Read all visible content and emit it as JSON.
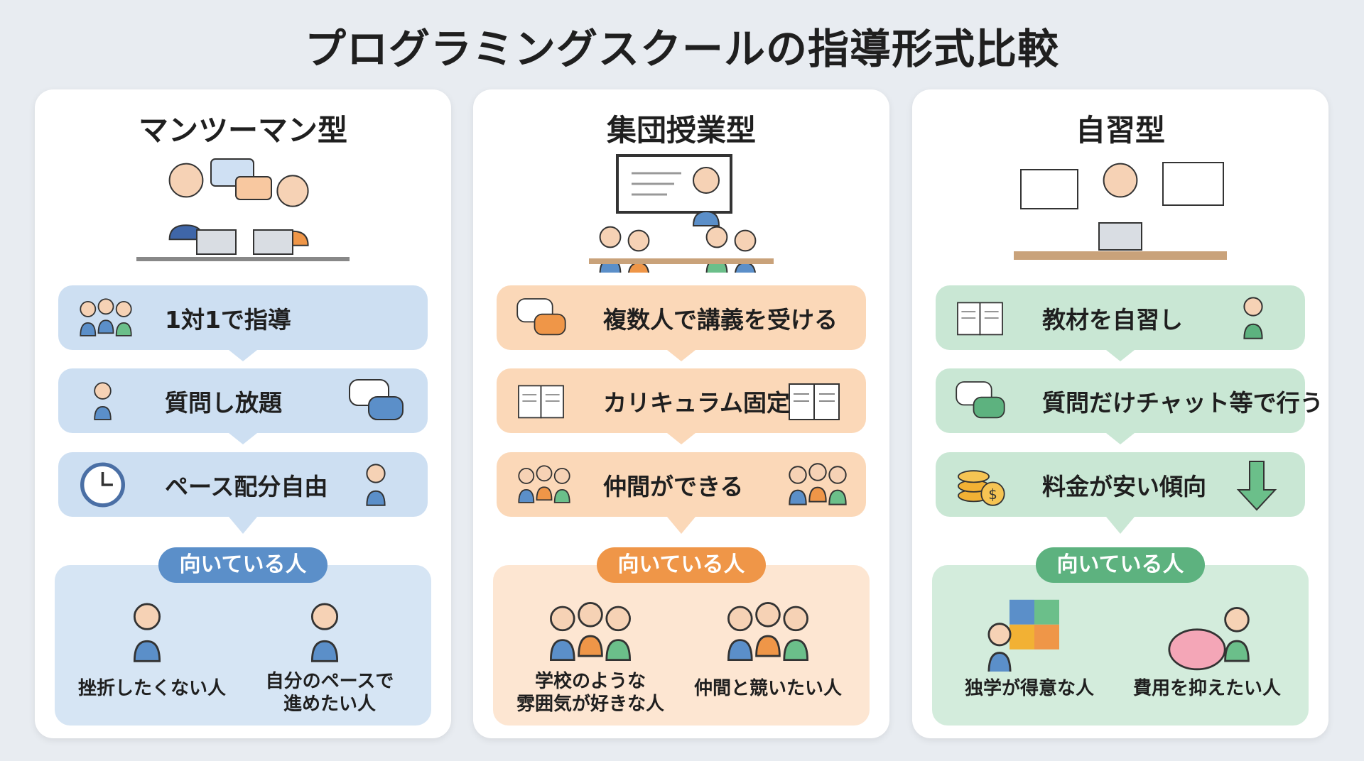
{
  "title": "プログラミングスクールの指導形式比較",
  "badge_label": "向いている人",
  "columns": [
    {
      "heading": "マンツーマン型",
      "theme": {
        "row": "#cddff2",
        "badge": "#5b8fc9",
        "panel": "#d6e5f4",
        "accent": "#4a78b5"
      },
      "illustration": "tutor-and-student-icon",
      "rows": [
        {
          "text": "1対1で指導",
          "icon": "handshake-icon"
        },
        {
          "text": "質問し放題",
          "icon": "raised-hand-icon",
          "icon2": "question-bubble-icon"
        },
        {
          "text": "ペース配分自由",
          "icon": "clock-icon",
          "icon2": "flexible-schedule-icon"
        }
      ],
      "fits": [
        {
          "text": "挫折したくない人",
          "icon": "climbing-steps-icon"
        },
        {
          "text": "自分のペースで\n進めたい人",
          "icon": "walking-forward-icon"
        }
      ]
    },
    {
      "heading": "集団授業型",
      "theme": {
        "row": "#fbd8b8",
        "badge": "#ef9648",
        "panel": "#fde6d2",
        "accent": "#e0833a"
      },
      "illustration": "classroom-lecture-icon",
      "rows": [
        {
          "text": "複数人で講義を受ける",
          "icon": "group-chat-icon"
        },
        {
          "text": "カリキュラム固定",
          "icon": "locked-book-icon",
          "icon2": "books-icon"
        },
        {
          "text": "仲間ができる",
          "icon": "community-icon",
          "icon2": "friends-icon"
        }
      ],
      "fits": [
        {
          "text": "学校のような\n雰囲気が好きな人",
          "icon": "classroom-icon"
        },
        {
          "text": "仲間と競いたい人",
          "icon": "rivals-icon"
        }
      ]
    },
    {
      "heading": "自習型",
      "theme": {
        "row": "#c9e7d4",
        "badge": "#5db27f",
        "panel": "#d3ecdc",
        "accent": "#4f9e6d"
      },
      "illustration": "self-study-icon",
      "rows": [
        {
          "text": "教材を自習し",
          "icon": "open-book-icon",
          "icon2": "studying-person-icon"
        },
        {
          "text": "質問だけチャット等で行う",
          "icon": "chat-bubbles-icon"
        },
        {
          "text": "料金が安い傾向",
          "icon": "coins-icon",
          "icon2": "down-arrow-icon"
        }
      ],
      "fits": [
        {
          "text": "独学が得意な人",
          "icon": "puzzle-icon"
        },
        {
          "text": "費用を抑えたい人",
          "icon": "piggy-bank-icon"
        }
      ]
    }
  ]
}
